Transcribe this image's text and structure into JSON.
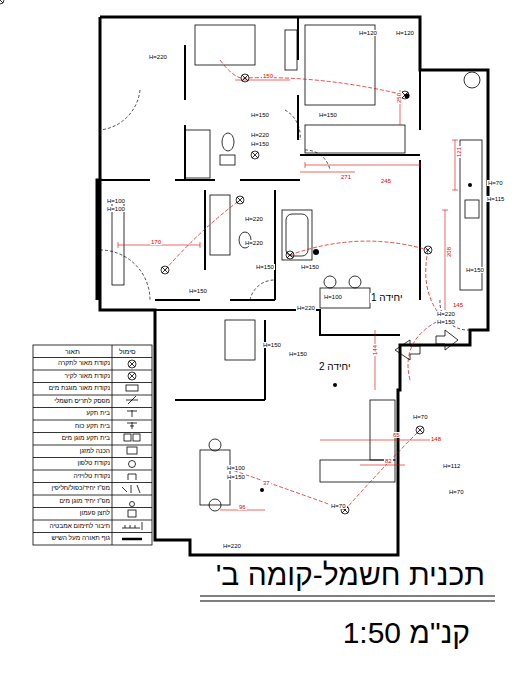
{
  "diagram": {
    "title": "תכנית חשמל-קומה ב'",
    "caption": "קנ\"מ 1:50",
    "labels": [
      "סימול",
      "תאור",
      "יחידה 1",
      "יחידה 2",
      "H=220",
      "H=120",
      "H=120",
      "H=150",
      "H=150",
      "H=220",
      "H=150",
      "H=70",
      "H=115",
      "H=100",
      "H=100",
      "H=220",
      "H=220",
      "H=150",
      "H=150",
      "H=150",
      "H=100",
      "H=150",
      "H=220",
      "H=220",
      "H=150",
      "H=150",
      "H=150",
      "H=70",
      "H=112",
      "H=70",
      "H=100",
      "H=150",
      "H=70",
      "H=220",
      "150",
      "245",
      "271",
      "121",
      "208",
      "170",
      "145",
      "144",
      "148",
      "96",
      "37",
      "82",
      "65",
      "250"
    ],
    "legend": [
      {
        "text": "נקודת מאור לתקרה"
      },
      {
        "text": "נקודת מאור לקיר"
      },
      {
        "text": "נקודת מאור מוגנת מים"
      },
      {
        "text": "מפסק לתריס חשמלי"
      },
      {
        "text": "בית תקע"
      },
      {
        "text": "בית תקע כוח"
      },
      {
        "text": "בית תקע מוגן מים"
      },
      {
        "text": "הכנה למזגן"
      },
      {
        "text": "נקודת טלפון"
      },
      {
        "text": "נקודת טלויזיה"
      },
      {
        "text": "מפ\"ז יחיד/כפול/חליפין"
      },
      {
        "text": "מפ\"ז יחיד מוגן מים"
      },
      {
        "text": "לחצן פעמון"
      },
      {
        "text": "חיבור לחימום אמבטיה"
      },
      {
        "text": "גוף תאורה מעל השיש"
      }
    ]
  }
}
